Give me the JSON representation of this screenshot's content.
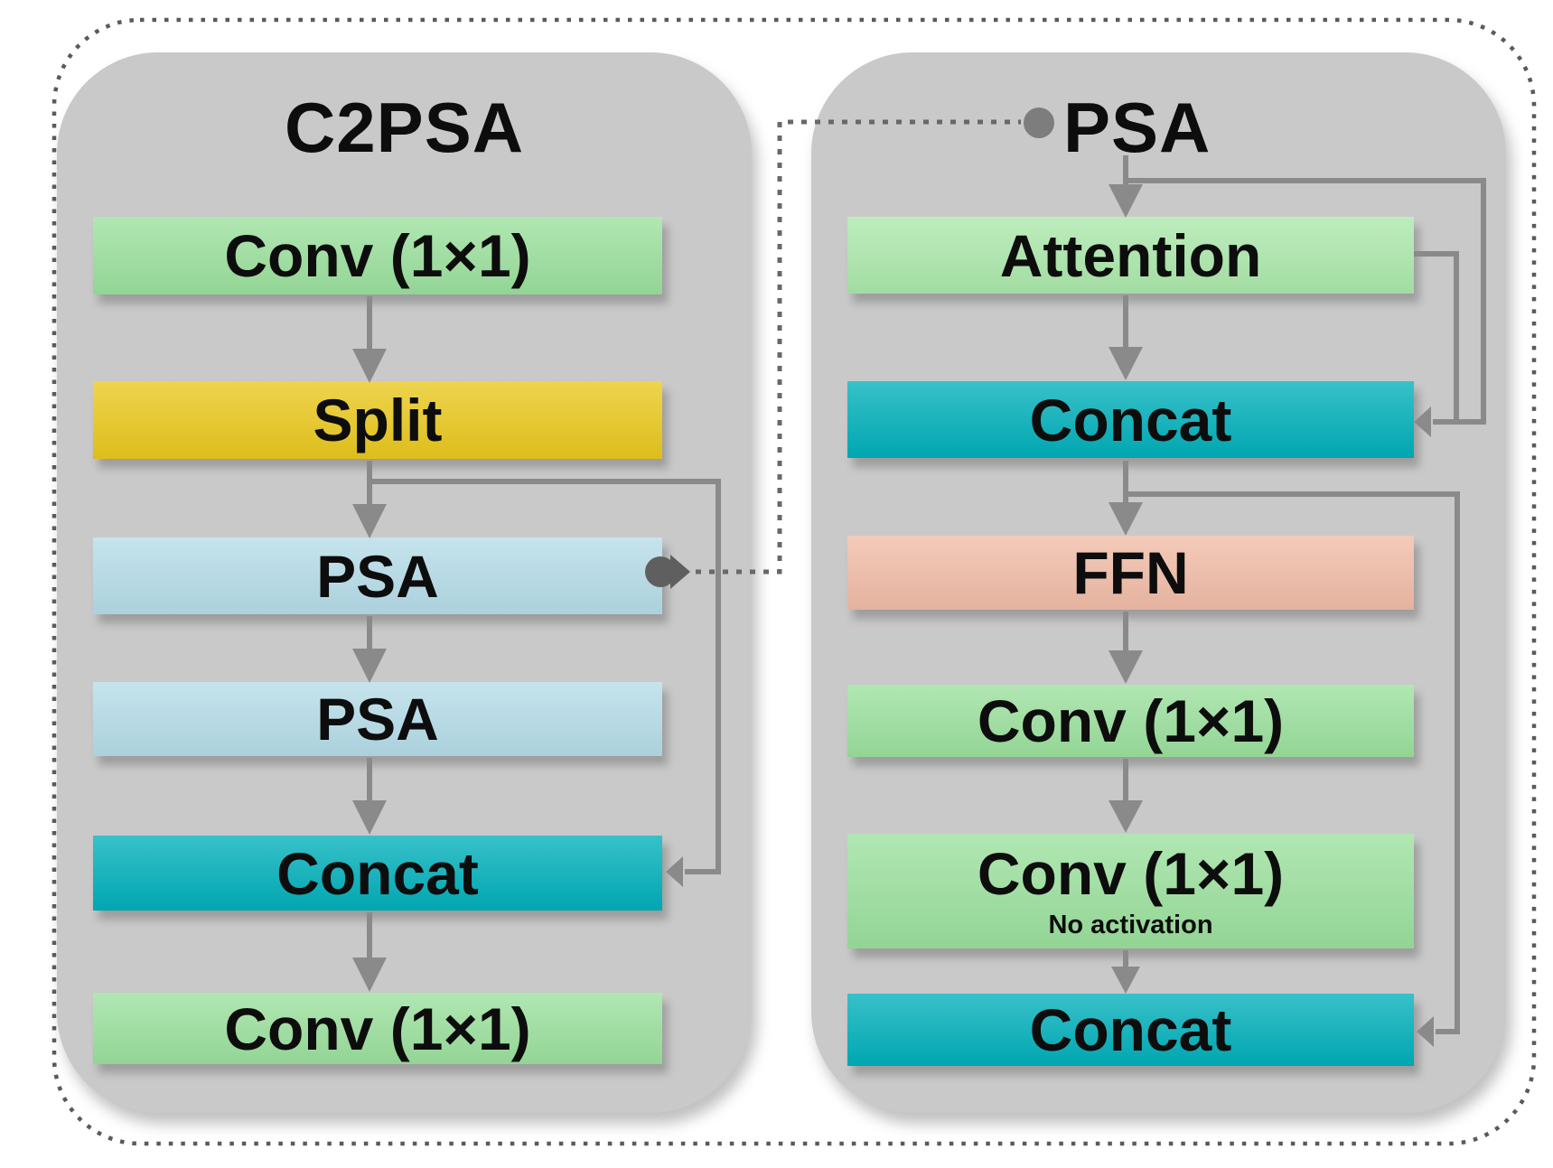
{
  "colors": {
    "panel_gray": "#c9c9c9",
    "block_green": "#9be09d",
    "block_green_light": "#abe8ab",
    "block_yellow": "#e9c81d",
    "block_blue": "#b5dce8",
    "block_teal": "#00afba",
    "block_salmon": "#f1bca7",
    "line_gray": "#8a8a8a",
    "dotted_border_gray": "#5a5a5a",
    "dotted_connector_gray": "#686868",
    "marker_gray": "#5f5f5f",
    "text_black": "#0d0d0d"
  },
  "left_panel": {
    "title": "C2PSA",
    "blocks": [
      {
        "label": "Conv (1×1)",
        "color": "block_green"
      },
      {
        "label": "Split",
        "color": "block_yellow"
      },
      {
        "label": "PSA",
        "color": "block_blue"
      },
      {
        "label": "PSA",
        "color": "block_blue"
      },
      {
        "label": "Concat",
        "color": "block_teal"
      },
      {
        "label": "Conv (1×1)",
        "color": "block_green"
      }
    ]
  },
  "right_panel": {
    "title": "PSA",
    "blocks": [
      {
        "label": "Attention",
        "color": "block_green_light"
      },
      {
        "label": "Concat",
        "color": "block_teal"
      },
      {
        "label": "FFN",
        "color": "block_salmon"
      },
      {
        "label": "Conv (1×1)",
        "color": "block_green"
      },
      {
        "label": "Conv (1×1)",
        "note": "No activation",
        "color": "block_green"
      },
      {
        "label": "Concat",
        "color": "block_teal"
      }
    ]
  }
}
